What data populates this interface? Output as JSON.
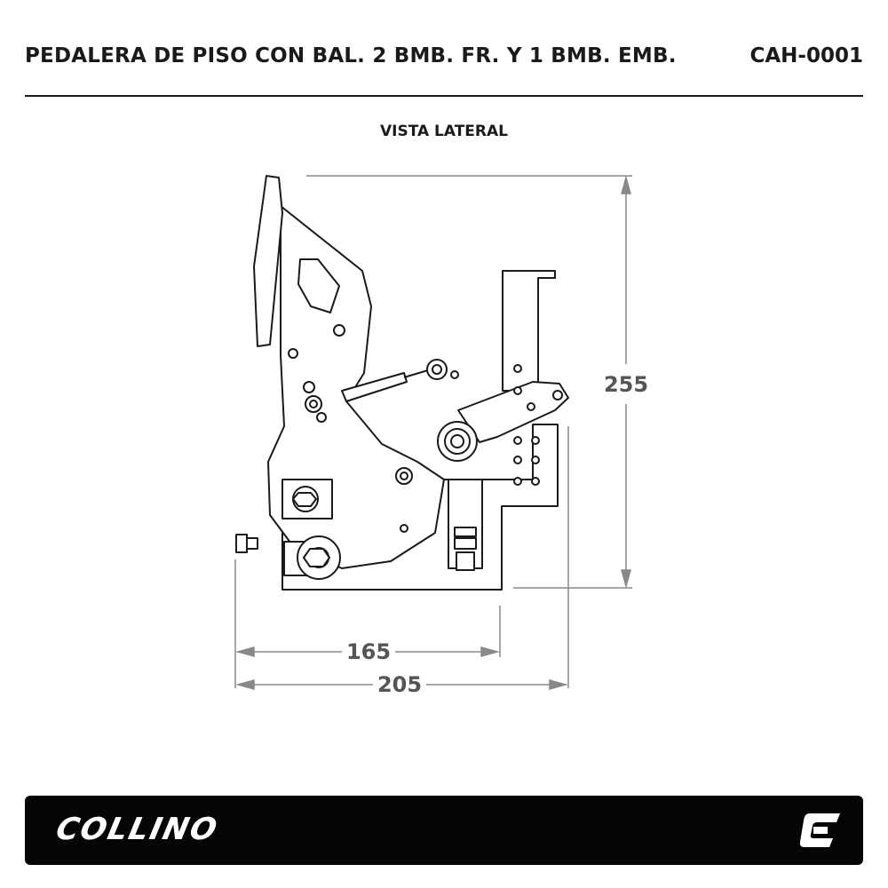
{
  "header": {
    "title": "PEDALERA DE PISO CON BAL. 2 BMB. FR. Y 1 BMB. EMB.",
    "code": "CAH-0001"
  },
  "view": {
    "label": "VISTA LATERAL"
  },
  "dimensions": {
    "height": "255",
    "inner_width": "165",
    "total_width": "205"
  },
  "footer": {
    "brand": "COLLINO",
    "logo_icon": "collino-c-logo-icon"
  },
  "colors": {
    "ink": "#1a1a1a",
    "dimension": "#555555",
    "footer_bg": "#050505"
  }
}
